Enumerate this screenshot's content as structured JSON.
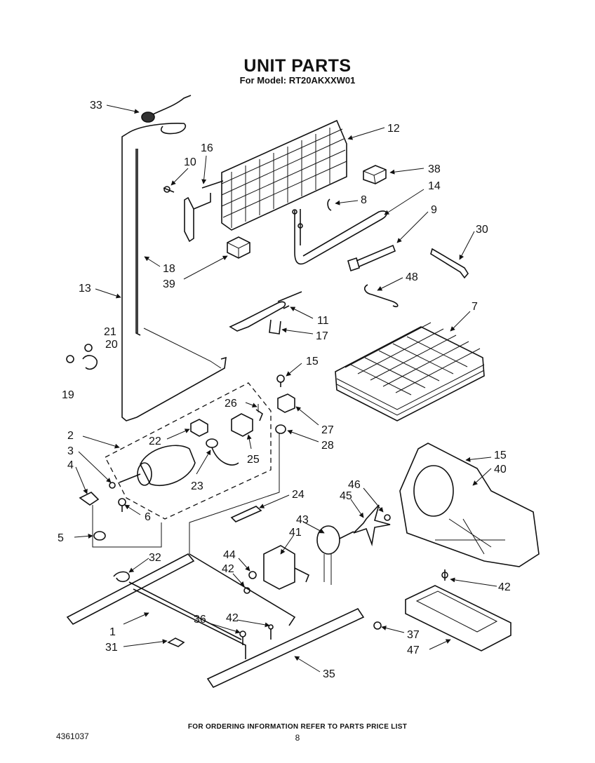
{
  "header": {
    "title": "UNIT PARTS",
    "subtitle": "For Model: RT20AKXXW01"
  },
  "footer": {
    "ordering_note": "FOR ORDERING INFORMATION REFER TO PARTS PRICE LIST",
    "page_number": "8",
    "document_number": "4361037"
  },
  "callouts": {
    "c1": "1",
    "c2": "2",
    "c3": "3",
    "c4": "4",
    "c5": "5",
    "c6": "6",
    "c7": "7",
    "c8": "8",
    "c9": "9",
    "c10": "10",
    "c11": "11",
    "c12": "12",
    "c13": "13",
    "c14": "14",
    "c15a": "15",
    "c15b": "15",
    "c16": "16",
    "c17": "17",
    "c18": "18",
    "c19": "19",
    "c20": "20",
    "c21": "21",
    "c22": "22",
    "c23": "23",
    "c24": "24",
    "c25": "25",
    "c26": "26",
    "c27": "27",
    "c28": "28",
    "c30": "30",
    "c31": "31",
    "c32": "32",
    "c33": "33",
    "c35": "35",
    "c36": "36",
    "c37": "37",
    "c38": "38",
    "c39": "39",
    "c40": "40",
    "c41": "41",
    "c42a": "42",
    "c42b": "42",
    "c42c": "42",
    "c43": "43",
    "c44": "44",
    "c45": "45",
    "c46": "46",
    "c47": "47",
    "c48": "48"
  }
}
